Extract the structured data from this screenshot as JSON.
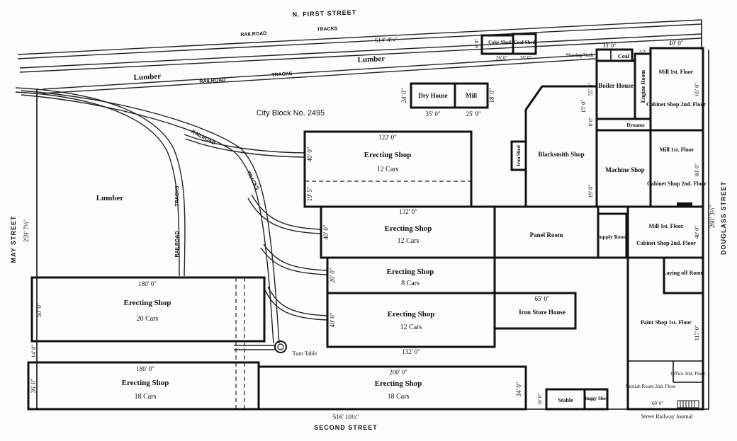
{
  "streets": {
    "north": "N. FIRST STREET",
    "south": "SECOND STREET",
    "west": "MAY STREET",
    "east": "DOUGLASS STREET"
  },
  "dimensions": {
    "north": "514' 4¼\"",
    "south": "516' 10½\"",
    "west": "259' 7½\"",
    "east": "260' 3½\""
  },
  "city_block": "City Block No. 2495",
  "railroad": {
    "railroad": "RAILROAD",
    "tracks": "TRACKS"
  },
  "lumber": "Lumber",
  "credit": "Street Railway Journal",
  "buildings": [
    {
      "id": "coke-shed",
      "label": "Coke Shed",
      "dims": [
        "16' 0\"",
        "26' 0\""
      ]
    },
    {
      "id": "coal-shed-north",
      "label": "Coal Shed",
      "dims": [
        "35' 0\""
      ]
    },
    {
      "id": "dry-house",
      "label": "Dry House",
      "dims": [
        "24' 0\"",
        "35' 0\""
      ]
    },
    {
      "id": "mill-small",
      "label": "Mill",
      "dims": [
        "18' 0\"",
        "25' 9\""
      ]
    },
    {
      "id": "shaving-vault",
      "label": "Shaving Vault"
    },
    {
      "id": "coal",
      "label": "Coal",
      "dims": [
        "33' 0\"",
        "12'"
      ]
    },
    {
      "id": "boiler-house",
      "label": "Boiler House",
      "dims": [
        "55' 0\"",
        "15' 0\"",
        "8' 0\""
      ]
    },
    {
      "id": "engine-room",
      "label": "Engine Room"
    },
    {
      "id": "dynamo",
      "label": "Dynamo"
    },
    {
      "id": "mill-ne",
      "label": "Mill 1st. Floor",
      "label2": "Cabinet Shop 2nd. Floor",
      "dims": [
        "40' 0\"",
        "65' 0\""
      ]
    },
    {
      "id": "erecting-top",
      "label": "Erecting Shop",
      "sub": "12 Cars",
      "dims": [
        "122' 0\"",
        "40' 0\"",
        "19' 5\""
      ]
    },
    {
      "id": "iron-shed",
      "label": "Iron Shed"
    },
    {
      "id": "blacksmith",
      "label": "Blacksmith Shop",
      "dims": [
        "19' 0\""
      ]
    },
    {
      "id": "machine-shop",
      "label": "Machine Shop"
    },
    {
      "id": "mill-east",
      "label": "Mill 1st. Floor",
      "label2": "Cabinet Shop 2nd. Floor",
      "dims": [
        "60' 0\""
      ]
    },
    {
      "id": "erecting-2",
      "label": "Erecting Shop",
      "sub": "12 Cars",
      "dims": [
        "132' 0\"",
        "40' 0\""
      ]
    },
    {
      "id": "panel-room",
      "label": "Panel Room"
    },
    {
      "id": "supply-room",
      "label": "Supply Room"
    },
    {
      "id": "mill-se",
      "label": "Mill 1st. Floor",
      "label2": "Cabinet Shop 2nd. Floor",
      "dims": [
        "40' 0\""
      ]
    },
    {
      "id": "erecting-3",
      "label": "Erecting Shop",
      "sub": "8 Cars",
      "dims": [
        "20' 0\""
      ]
    },
    {
      "id": "laying-off",
      "label": "Laying off Room"
    },
    {
      "id": "erecting-4",
      "label": "Erecting Shop",
      "sub": "12 Cars",
      "dims": [
        "40' 0\"",
        "132' 0\""
      ]
    },
    {
      "id": "iron-store",
      "label": "Iron Store House",
      "dims": [
        "65' 0\""
      ]
    },
    {
      "id": "paint-shop",
      "label": "Paint Shop 1st. Floor",
      "dims": [
        "117' 0\""
      ]
    },
    {
      "id": "erecting-20",
      "label": "Erecting Shop",
      "sub": "20 Cars",
      "dims": [
        "180' 0\"",
        "50' 0\"",
        "14' 0\""
      ]
    },
    {
      "id": "turn-table",
      "label": "Turn Table"
    },
    {
      "id": "erecting-sw",
      "label": "Erecting Shop",
      "sub": "18 Cars",
      "dims": [
        "180' 0\"",
        "36' 0\""
      ]
    },
    {
      "id": "erecting-s",
      "label": "Erecting Shop",
      "sub": "18 Cars",
      "dims": [
        "200' 0\"",
        "34' 0\""
      ]
    },
    {
      "id": "stable",
      "label": "Stable",
      "dims": [
        "16' 0\""
      ]
    },
    {
      "id": "buggy-shed",
      "label": "Buggy Shed"
    },
    {
      "id": "office",
      "label": "Office 2nd. Floor"
    },
    {
      "id": "varnish-room",
      "label": "Varnish Room 2nd. Floor",
      "dims": [
        "60' 0\""
      ]
    }
  ]
}
